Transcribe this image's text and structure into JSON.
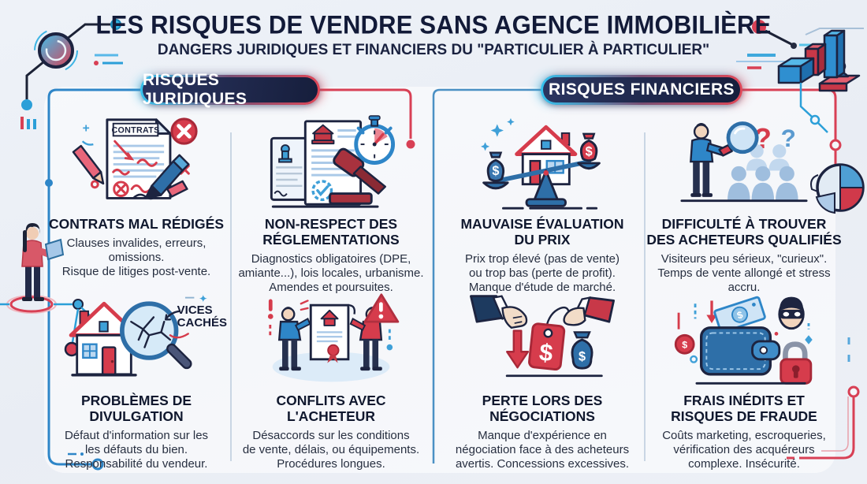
{
  "header": {
    "title": "LES RISQUES DE VENDRE SANS AGENCE IMMOBILIÈRE",
    "subtitle": "DANGERS JURIDIQUES ET FINANCIERS DU \"PARTICULIER À PARTICULIER\""
  },
  "sections": [
    {
      "id": "juridiques",
      "label": "RISQUES JURIDIQUES"
    },
    {
      "id": "financiers",
      "label": "RISQUES FINANCIERS"
    }
  ],
  "items": [
    {
      "section": "juridiques",
      "title": "CONTRATS MAL RÉDIGÉS",
      "body": "Clauses invalides, erreurs,\nomissions.\nRisque de litiges post-vente.",
      "icon": "contract-errors-icon",
      "icon_label": "CONTRATS"
    },
    {
      "section": "juridiques",
      "title": "NON-RESPECT DES\nRÉGLEMENTATIONS",
      "body": "Diagnostics obligatoires (DPE,\namiante...), lois locales, urbanisme.\nAmendes et poursuites.",
      "icon": "regulations-gavel-icon"
    },
    {
      "section": "financiers",
      "title": "MAUVAISE ÉVALUATION\nDU PRIX",
      "body": "Prix trop élevé (pas de vente)\nou trop bas (perte de profit).\nManque d'étude de marché.",
      "icon": "price-balance-icon"
    },
    {
      "section": "financiers",
      "title": "DIFFICULTÉ À TROUVER\nDES ACHETEURS QUALIFIÉS",
      "body": "Visiteurs peu sérieux, \"curieux\".\nTemps de vente allongé et stress\naccru.",
      "icon": "buyers-search-icon"
    },
    {
      "section": "juridiques",
      "title": "PROBLÈMES DE\nDIVULGATION",
      "body": "Défaut d'information sur les\nles défauts du bien.\nResponsabilité du vendeur.",
      "icon": "hidden-defects-magnifier-icon",
      "annotation": "VICES\nCACHÉS"
    },
    {
      "section": "juridiques",
      "title": "CONFLITS AVEC\nL'ACHETEUR",
      "body": "Désaccords sur les conditions\nde vente, délais, ou équipements.\nProcédures longues.",
      "icon": "buyer-conflict-icon"
    },
    {
      "section": "financiers",
      "title": "PERTE LORS DES\nNÉGOCIATIONS",
      "body": "Manque d'expérience en\nnégociation face à des acheteurs\navertis. Concessions excessives.",
      "icon": "negotiation-loss-icon"
    },
    {
      "section": "financiers",
      "title": "FRAIS INÉDITS ET\nRISQUES DE FRAUDE",
      "body": "Coûts marketing, escroqueries,\nvérification des acquéreurs\ncomplexe. Insécurité.",
      "icon": "fraud-wallet-icon"
    }
  ],
  "glyphs": {
    "dollar": "$",
    "question": "?"
  },
  "colors": {
    "accent_blue": "#2e86c8",
    "accent_cyan": "#38bce8",
    "accent_red": "#d63c4c",
    "navy_text": "#141b36",
    "pill_background": "#1d2648",
    "panel_background": "#ffffff"
  }
}
